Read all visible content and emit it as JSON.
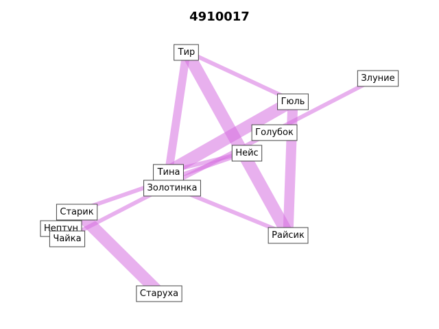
{
  "title": "4910017",
  "edge_color": "#d670e0",
  "nodes": [
    {
      "id": "tir",
      "label": "Тир"
    },
    {
      "id": "zlunie",
      "label": "Злуние"
    },
    {
      "id": "gyul",
      "label": "Гюль"
    },
    {
      "id": "golubok",
      "label": "Голубок"
    },
    {
      "id": "neis",
      "label": "Нейс"
    },
    {
      "id": "tina",
      "label": "Тина"
    },
    {
      "id": "zolotinka",
      "label": "Золотинка"
    },
    {
      "id": "starik",
      "label": "Старик"
    },
    {
      "id": "neptun",
      "label": "Нептун"
    },
    {
      "id": "chaika",
      "label": "Чайка"
    },
    {
      "id": "raisik",
      "label": "Райсик"
    },
    {
      "id": "starukha",
      "label": "Старуха"
    }
  ],
  "edges": [
    {
      "source": "tir",
      "target": "gyul",
      "weight": 2
    },
    {
      "source": "tir",
      "target": "tina",
      "weight": 4
    },
    {
      "source": "tir",
      "target": "raisik",
      "weight": 6
    },
    {
      "source": "gyul",
      "target": "tina",
      "weight": 6
    },
    {
      "source": "gyul",
      "target": "raisik",
      "weight": 5
    },
    {
      "source": "zlunie",
      "target": "chaika",
      "weight": 2
    },
    {
      "source": "tina",
      "target": "neis",
      "weight": 2
    },
    {
      "source": "neis",
      "target": "starik",
      "weight": 2
    },
    {
      "source": "zolotinka",
      "target": "raisik",
      "weight": 2
    },
    {
      "source": "starik",
      "target": "starukha",
      "weight": 6
    },
    {
      "source": "starik",
      "target": "chaika",
      "weight": 2
    }
  ]
}
